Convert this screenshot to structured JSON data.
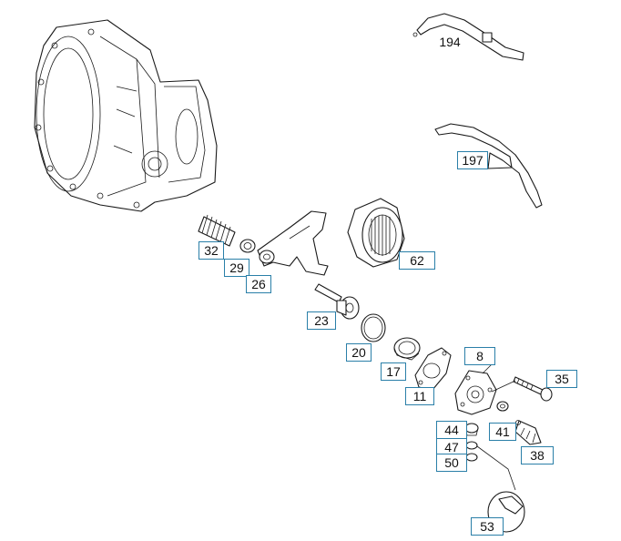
{
  "diagram": {
    "callout_color": "#2a7fa8",
    "callouts": [
      {
        "id": "194",
        "text": "194",
        "boxed": false
      },
      {
        "id": "197",
        "text": "197",
        "boxed": true
      },
      {
        "id": "32",
        "text": "32",
        "boxed": true
      },
      {
        "id": "29",
        "text": "29",
        "boxed": true
      },
      {
        "id": "26",
        "text": "26",
        "boxed": true
      },
      {
        "id": "62",
        "text": "62",
        "boxed": true
      },
      {
        "id": "23",
        "text": "23",
        "boxed": true
      },
      {
        "id": "20",
        "text": "20",
        "boxed": true
      },
      {
        "id": "17",
        "text": "17",
        "boxed": true
      },
      {
        "id": "11",
        "text": "11",
        "boxed": true
      },
      {
        "id": "8",
        "text": "8",
        "boxed": true
      },
      {
        "id": "35",
        "text": "35",
        "boxed": true
      },
      {
        "id": "44",
        "text": "44",
        "boxed": true
      },
      {
        "id": "41",
        "text": "41",
        "boxed": true
      },
      {
        "id": "47",
        "text": "47",
        "boxed": true
      },
      {
        "id": "38",
        "text": "38",
        "boxed": true
      },
      {
        "id": "50",
        "text": "50",
        "boxed": true
      },
      {
        "id": "53",
        "text": "53",
        "boxed": true
      }
    ]
  }
}
